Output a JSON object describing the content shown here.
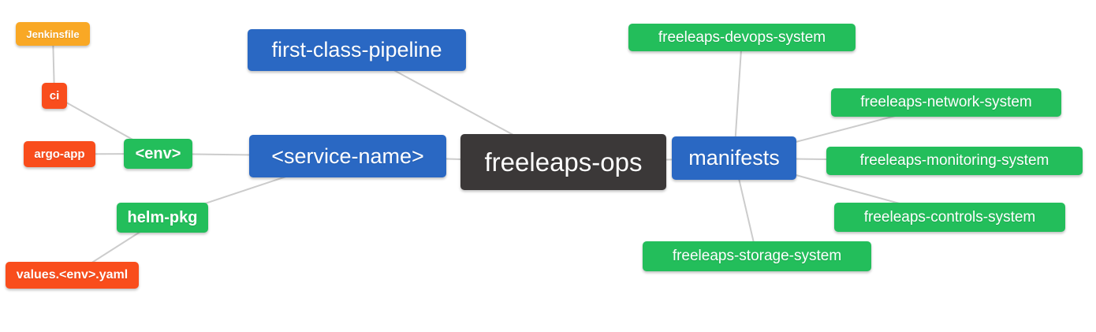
{
  "diagram": {
    "type": "mindmap",
    "root_label": "freeleaps-ops"
  },
  "palette": {
    "blue": "#2A68C3",
    "green": "#23BE5B",
    "red": "#F94D1C",
    "orange": "#F9A825",
    "dark": "#3B3838",
    "edge_line": "#CCCCCC",
    "node_text": "#FFFFFF",
    "background": "#FFFFFF"
  },
  "nodes": {
    "jenkinsfile": {
      "label": "Jenkinsfile",
      "color": "orange"
    },
    "ci": {
      "label": "ci",
      "color": "red"
    },
    "argo_app": {
      "label": "argo-app",
      "color": "red"
    },
    "env": {
      "label": "<env>",
      "color": "green"
    },
    "helm_pkg": {
      "label": "helm-pkg",
      "color": "green"
    },
    "values_env_yaml": {
      "label": "values.<env>.yaml",
      "color": "red"
    },
    "first_class_pipeline": {
      "label": "first-class-pipeline",
      "color": "blue"
    },
    "service_name": {
      "label": "<service-name>",
      "color": "blue"
    },
    "freeleaps_ops": {
      "label": "freeleaps-ops",
      "color": "dark"
    },
    "manifests": {
      "label": "manifests",
      "color": "blue"
    },
    "devops_system": {
      "label": "freeleaps-devops-system",
      "color": "green"
    },
    "network_system": {
      "label": "freeleaps-network-system",
      "color": "green"
    },
    "monitoring_system": {
      "label": "freeleaps-monitoring-system",
      "color": "green"
    },
    "controls_system": {
      "label": "freeleaps-controls-system",
      "color": "green"
    },
    "storage_system": {
      "label": "freeleaps-storage-system",
      "color": "green"
    }
  },
  "edges": [
    [
      "jenkinsfile",
      "ci"
    ],
    [
      "ci",
      "env"
    ],
    [
      "argo_app",
      "env"
    ],
    [
      "env",
      "service_name"
    ],
    [
      "helm_pkg",
      "service_name"
    ],
    [
      "values_env_yaml",
      "helm_pkg"
    ],
    [
      "first_class_pipeline",
      "freeleaps_ops"
    ],
    [
      "service_name",
      "freeleaps_ops"
    ],
    [
      "freeleaps_ops",
      "manifests"
    ],
    [
      "manifests",
      "devops_system"
    ],
    [
      "manifests",
      "network_system"
    ],
    [
      "manifests",
      "monitoring_system"
    ],
    [
      "manifests",
      "controls_system"
    ],
    [
      "manifests",
      "storage_system"
    ]
  ]
}
